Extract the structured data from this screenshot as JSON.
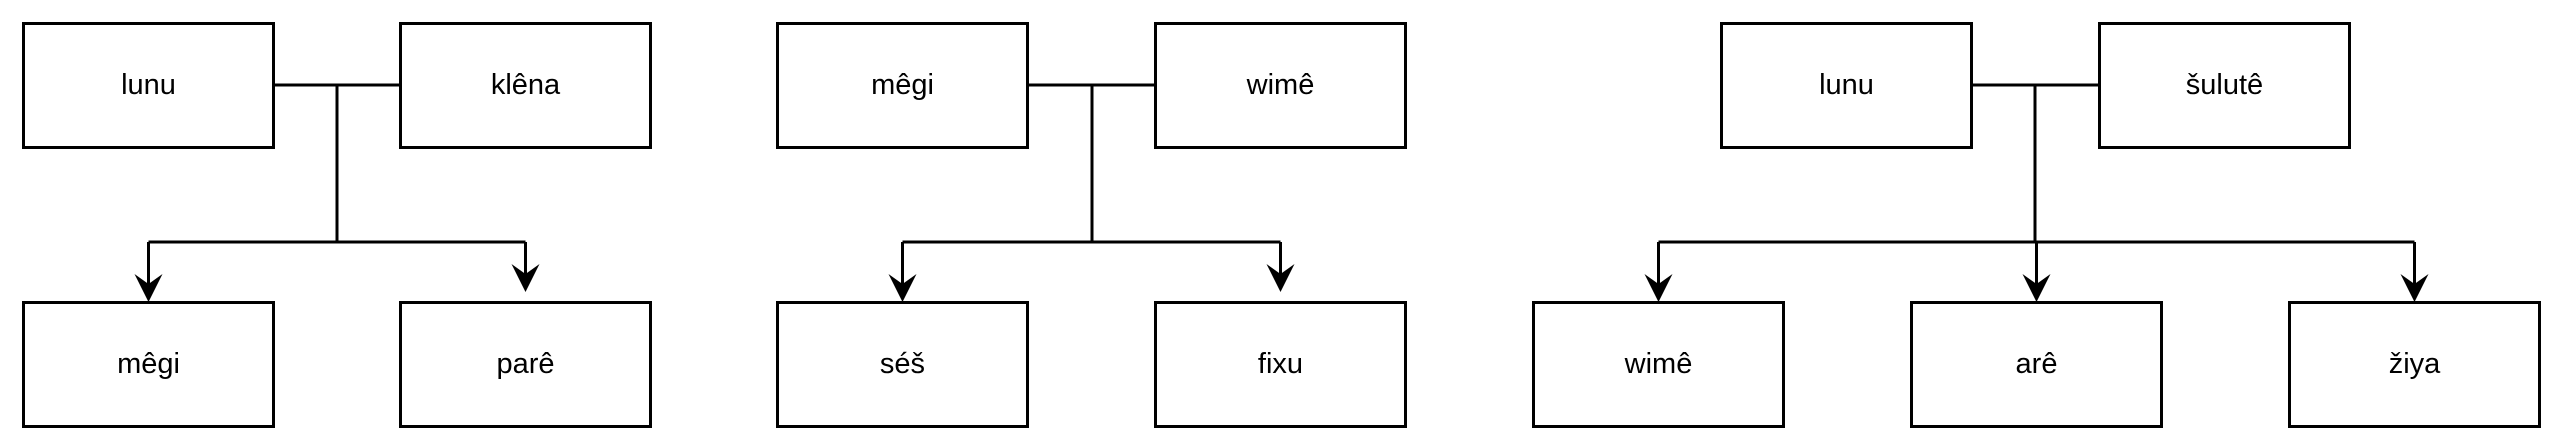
{
  "diagrams": [
    {
      "parents": [
        "lunu",
        "klêna"
      ],
      "children": [
        "mêgi",
        "parê"
      ]
    },
    {
      "parents": [
        "mêgi",
        "wimê"
      ],
      "children": [
        "séš",
        "fixu"
      ]
    },
    {
      "parents": [
        "lunu",
        "šulutê"
      ],
      "children": [
        "wimê",
        "arê",
        "žiya"
      ]
    }
  ],
  "colors": {
    "stroke": "#000000",
    "background": "#ffffff"
  }
}
